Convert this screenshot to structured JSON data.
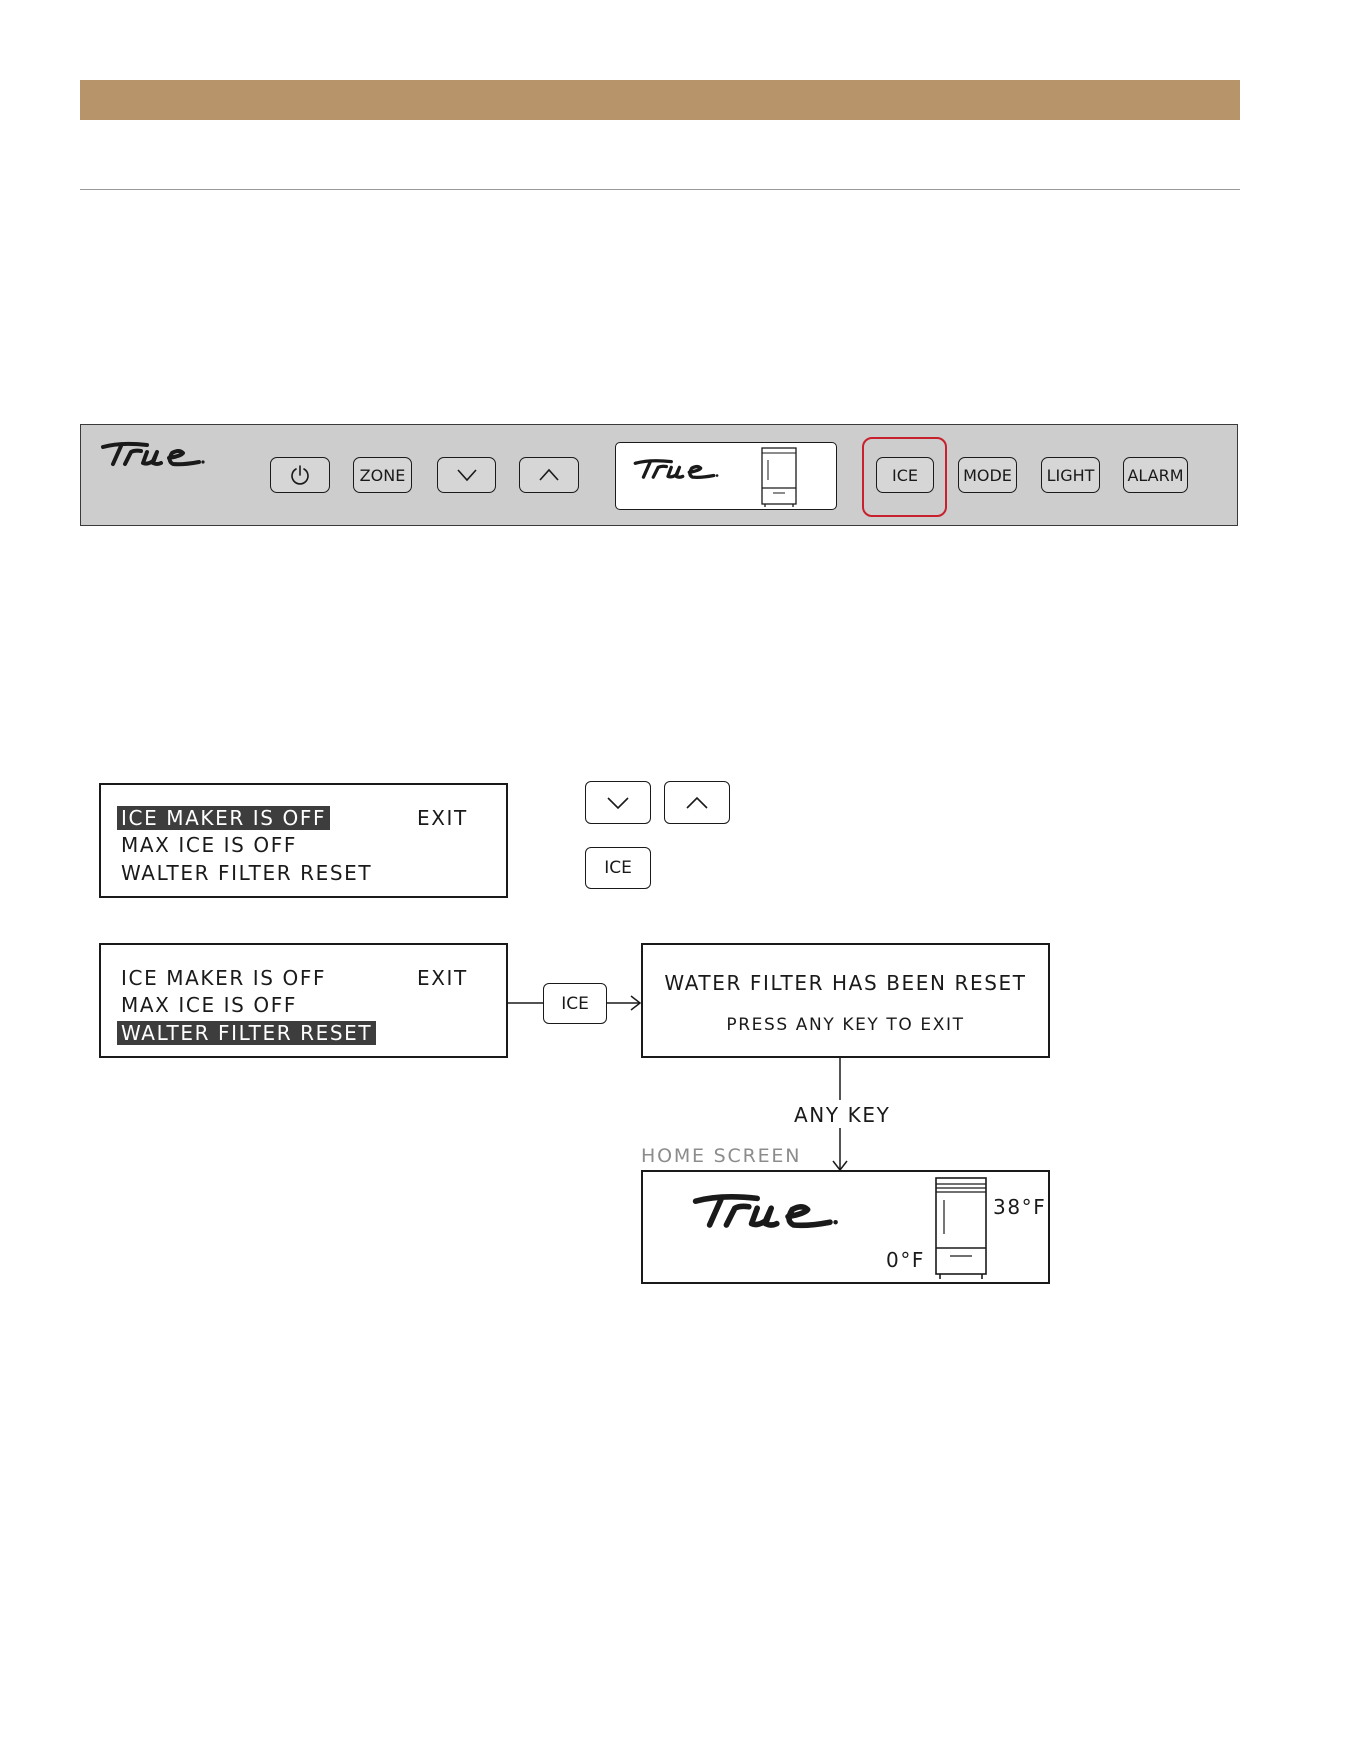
{
  "control_panel": {
    "buttons": {
      "zone": "ZONE",
      "ice": "ICE",
      "mode": "MODE",
      "light": "LIGHT",
      "alarm": "ALARM"
    },
    "highlighted_button": "ICE",
    "highlight_color": "#c8202c"
  },
  "menu_screen_1": {
    "lines": [
      "ICE MAKER IS OFF",
      "MAX ICE IS OFF",
      "WALTER FILTER RESET"
    ],
    "exit": "EXIT",
    "selected_index": 0
  },
  "legend": {
    "ice_button": "ICE"
  },
  "menu_screen_2": {
    "lines": [
      "ICE MAKER IS OFF",
      "MAX ICE IS OFF",
      "WALTER FILTER RESET"
    ],
    "exit": "EXIT",
    "selected_index": 2
  },
  "flow": {
    "ice_button": "ICE",
    "confirm_title": "WATER FILTER HAS BEEN RESET",
    "confirm_sub": "PRESS ANY KEY TO EXIT",
    "any_key": "ANY KEY"
  },
  "home_screen": {
    "label": "HOME SCREEN",
    "fridge_temp": "38°F",
    "freezer_temp": "0°F"
  },
  "colors": {
    "header_bar": "#b8946a",
    "panel_bg": "#cdcdcd",
    "selection_bg": "#3d3d3d"
  }
}
